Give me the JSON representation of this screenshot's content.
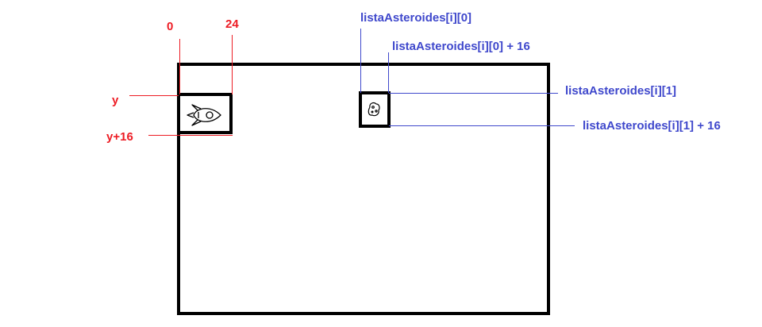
{
  "colors": {
    "frame": "#000000",
    "player_annotation": "#ed1c24",
    "asteroid_annotation": "#3f48cc",
    "background": "#ffffff"
  },
  "player": {
    "icon": "rocket-icon",
    "labels": {
      "x_start": "0",
      "x_end": "24",
      "y_top": "y",
      "y_bottom": "y+16"
    }
  },
  "asteroid": {
    "icon": "asteroid-icon",
    "labels": {
      "x_start": "listaAsteroides[i][0]",
      "x_end": "listaAsteroides[i][0] + 16",
      "y_top": "listaAsteroides[i][1]",
      "y_bottom": "listaAsteroides[i][1] + 16"
    }
  }
}
